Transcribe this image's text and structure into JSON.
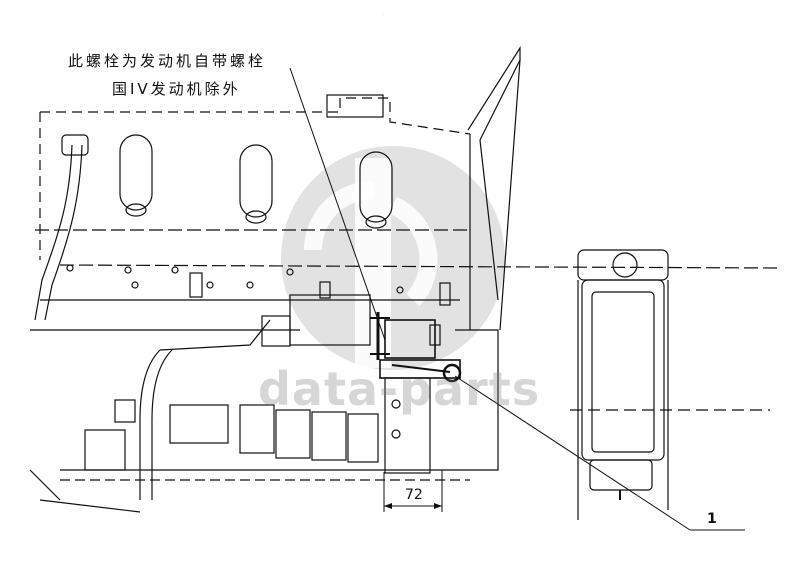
{
  "annotation": {
    "line1": "此螺栓为发动机自带螺栓",
    "line2": "国IV发动机除外"
  },
  "dimension": {
    "value": "72"
  },
  "callouts": [
    {
      "number": "1"
    }
  ],
  "watermark": {
    "text": "data-parts",
    "color": "#9a9a9a"
  },
  "colors": {
    "line": "#111111",
    "background": "#ffffff"
  }
}
